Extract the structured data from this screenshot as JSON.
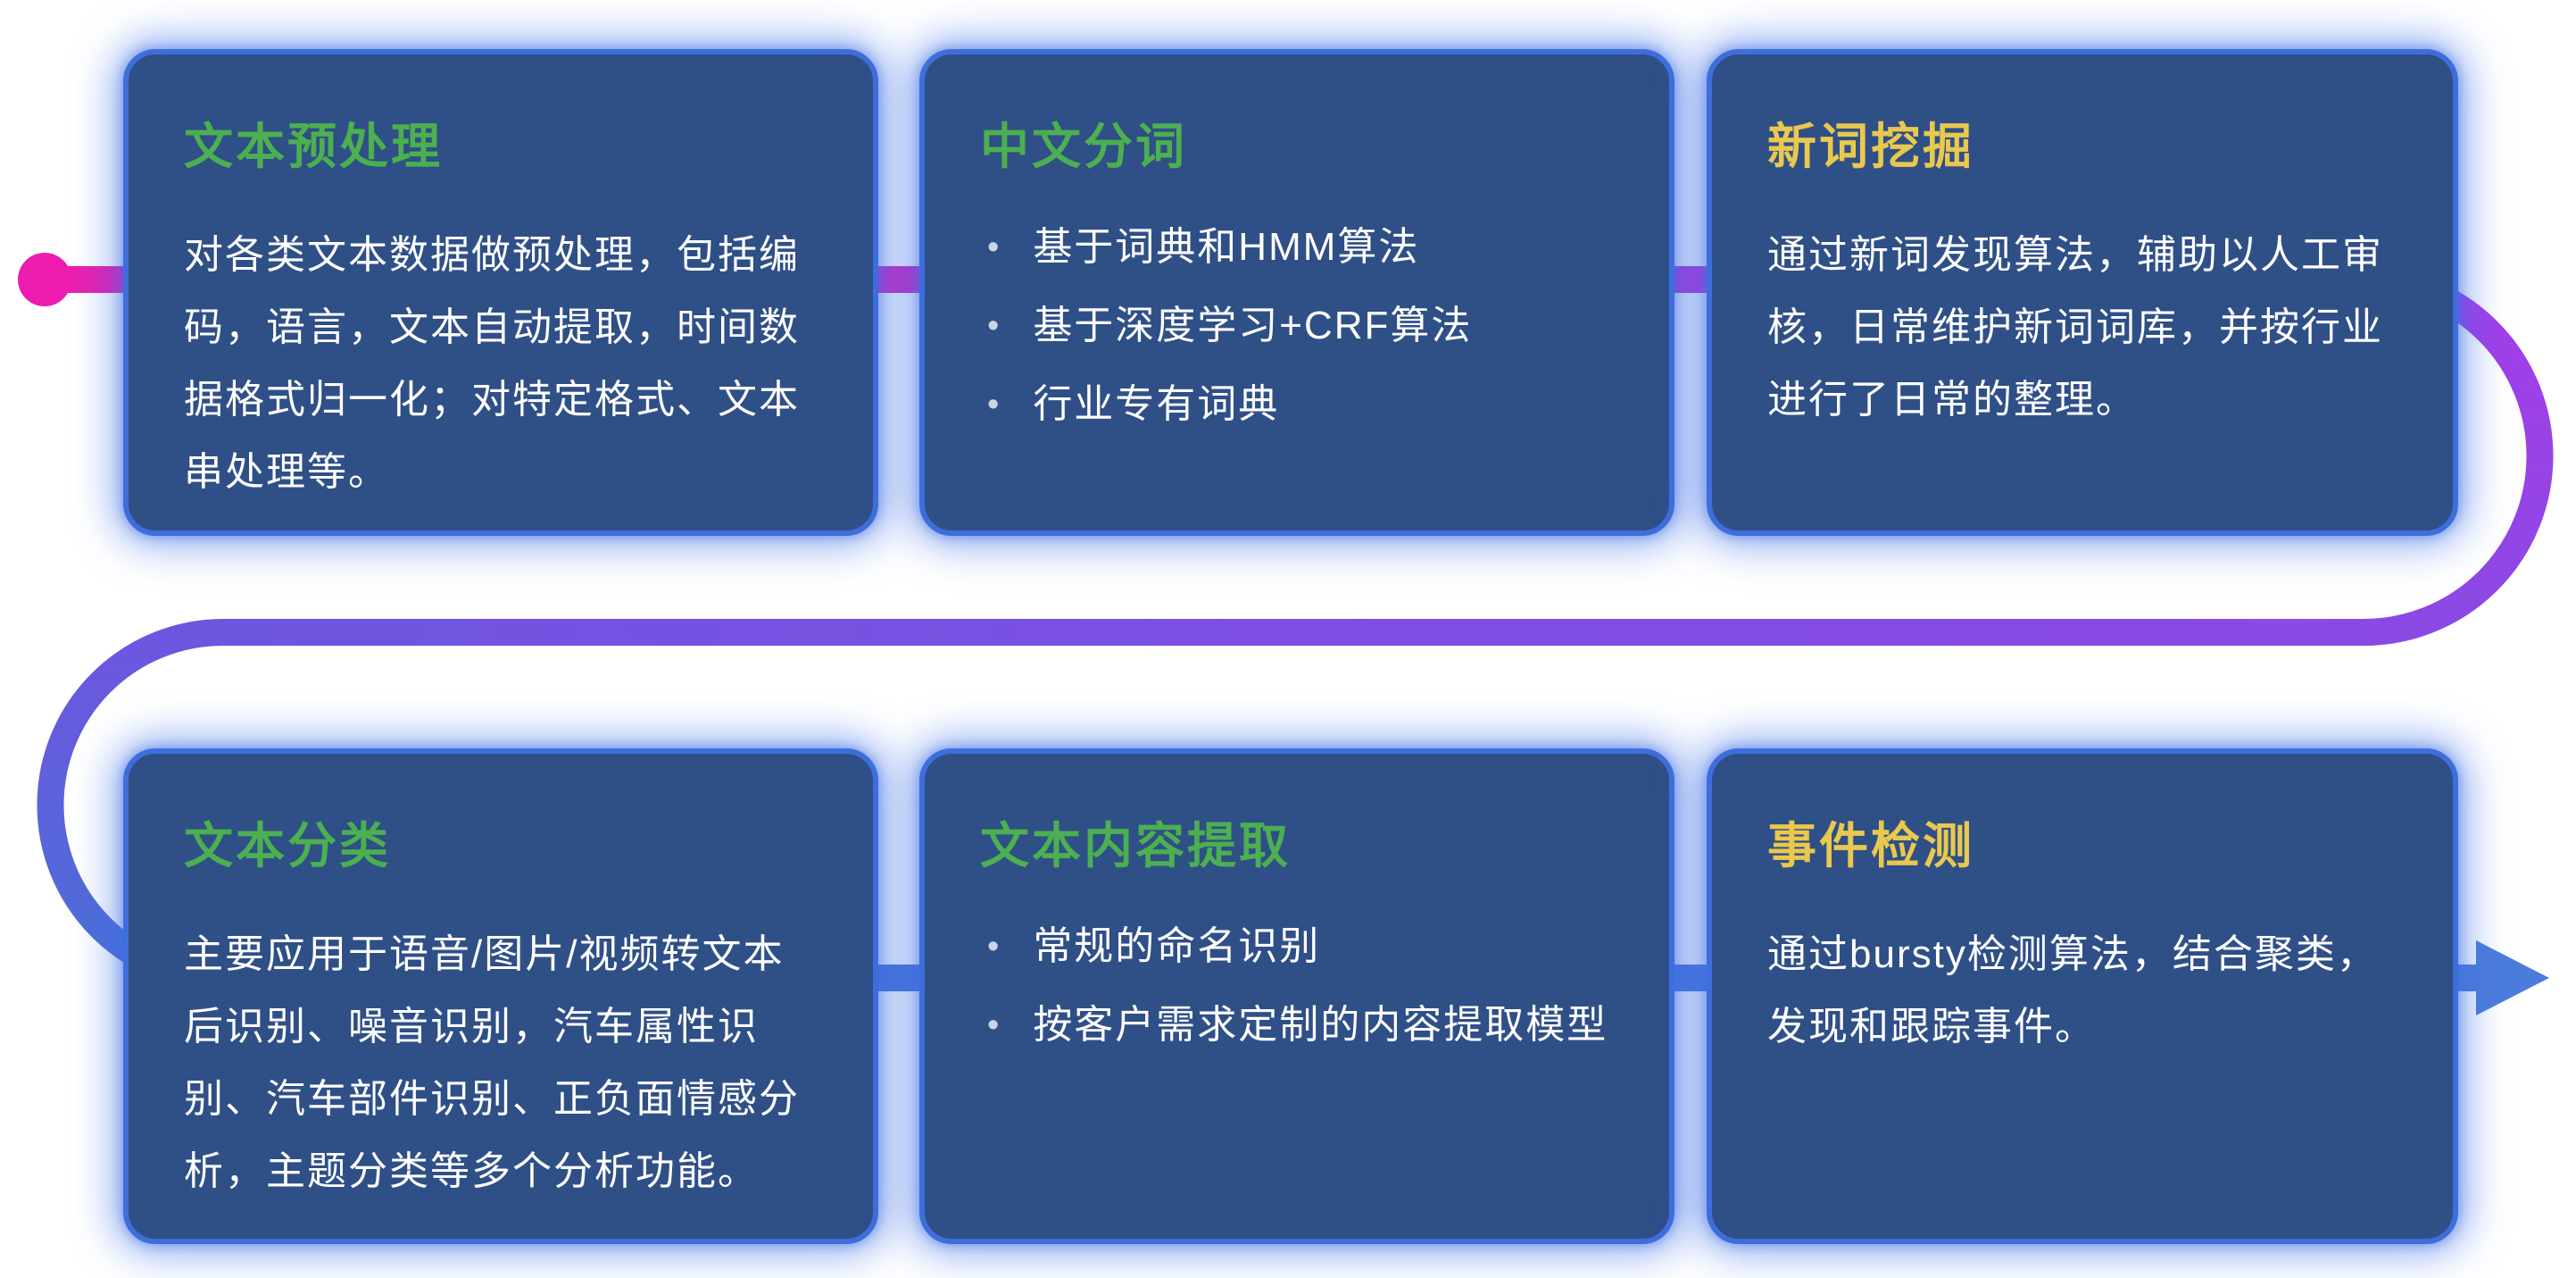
{
  "glyphs": {
    "bullet": "•"
  },
  "colors": {
    "card_background": "#2F4F87",
    "card_border": "#3E6EDB",
    "card_glow": "#3E70E6",
    "title_green": "#4CAF50",
    "title_yellow": "#E9C84E",
    "body_text": "#FFFFFF",
    "flow_gradient": [
      "#EC1DAE",
      "#A63DE8",
      "#8B49E4",
      "#6E55E0",
      "#4A70D6",
      "#4C7CDB"
    ]
  },
  "flow": {
    "start_marker": "dot",
    "end_marker": "arrow-right",
    "direction": "snake-left-to-right-top-row-then-bottom-row"
  },
  "cards": [
    {
      "title": "文本预处理",
      "title_color": "#4CAF50",
      "type": "paragraph",
      "body": "对各类文本数据做预处理，包括编码，语言，文本自动提取，时间数据格式归一化；对特定格式、文本串处理等。"
    },
    {
      "title": "中文分词",
      "title_color": "#4CAF50",
      "type": "bullets",
      "bullets": [
        "基于词典和HMM算法",
        "基于深度学习+CRF算法",
        "行业专有词典"
      ]
    },
    {
      "title": "新词挖掘",
      "title_color": "#E9C84E",
      "type": "paragraph",
      "body": "通过新词发现算法，辅助以人工审核，日常维护新词词库，并按行业进行了日常的整理。"
    },
    {
      "title": "文本分类",
      "title_color": "#4CAF50",
      "type": "paragraph",
      "body": "主要应用于语音/图片/视频转文本后识别、噪音识别，汽车属性识别、汽车部件识别、正负面情感分析，主题分类等多个分析功能。"
    },
    {
      "title": "文本内容提取",
      "title_color": "#4CAF50",
      "type": "bullets",
      "bullets": [
        "常规的命名识别",
        "按客户需求定制的内容提取模型"
      ]
    },
    {
      "title": "事件检测",
      "title_color": "#E9C84E",
      "type": "paragraph",
      "body": "通过bursty检测算法，结合聚类，发现和跟踪事件。"
    }
  ]
}
